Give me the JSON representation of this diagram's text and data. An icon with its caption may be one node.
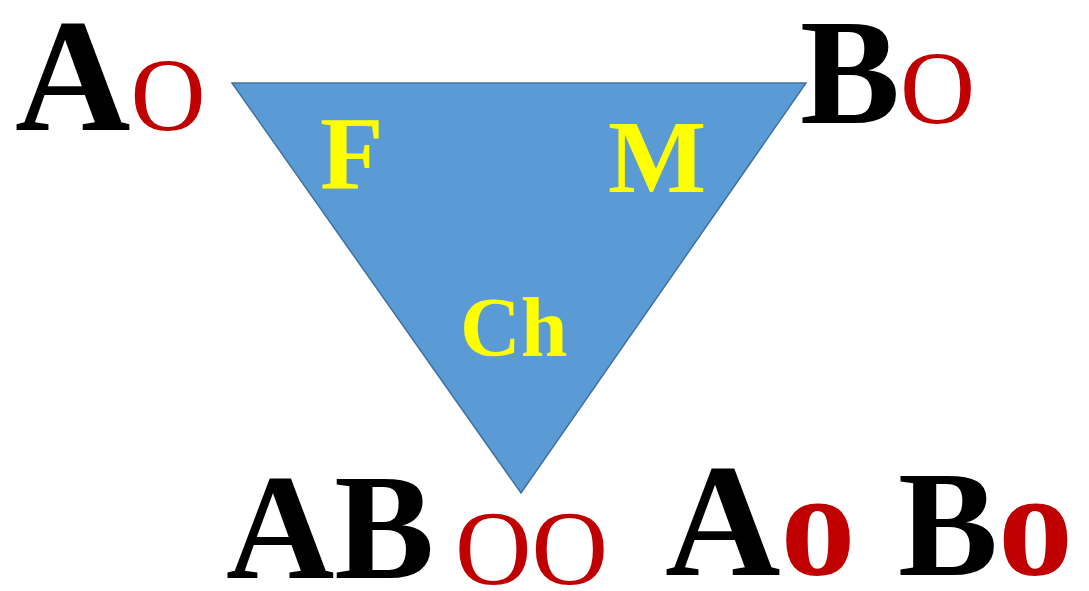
{
  "diagram": {
    "nodes": [
      {
        "text": [
          "F",
          "M",
          "Ch"
        ]
      }
    ],
    "labels": [
      "AO",
      "BO",
      "AB",
      "OO",
      "Ao",
      "Bo"
    ]
  }
}
